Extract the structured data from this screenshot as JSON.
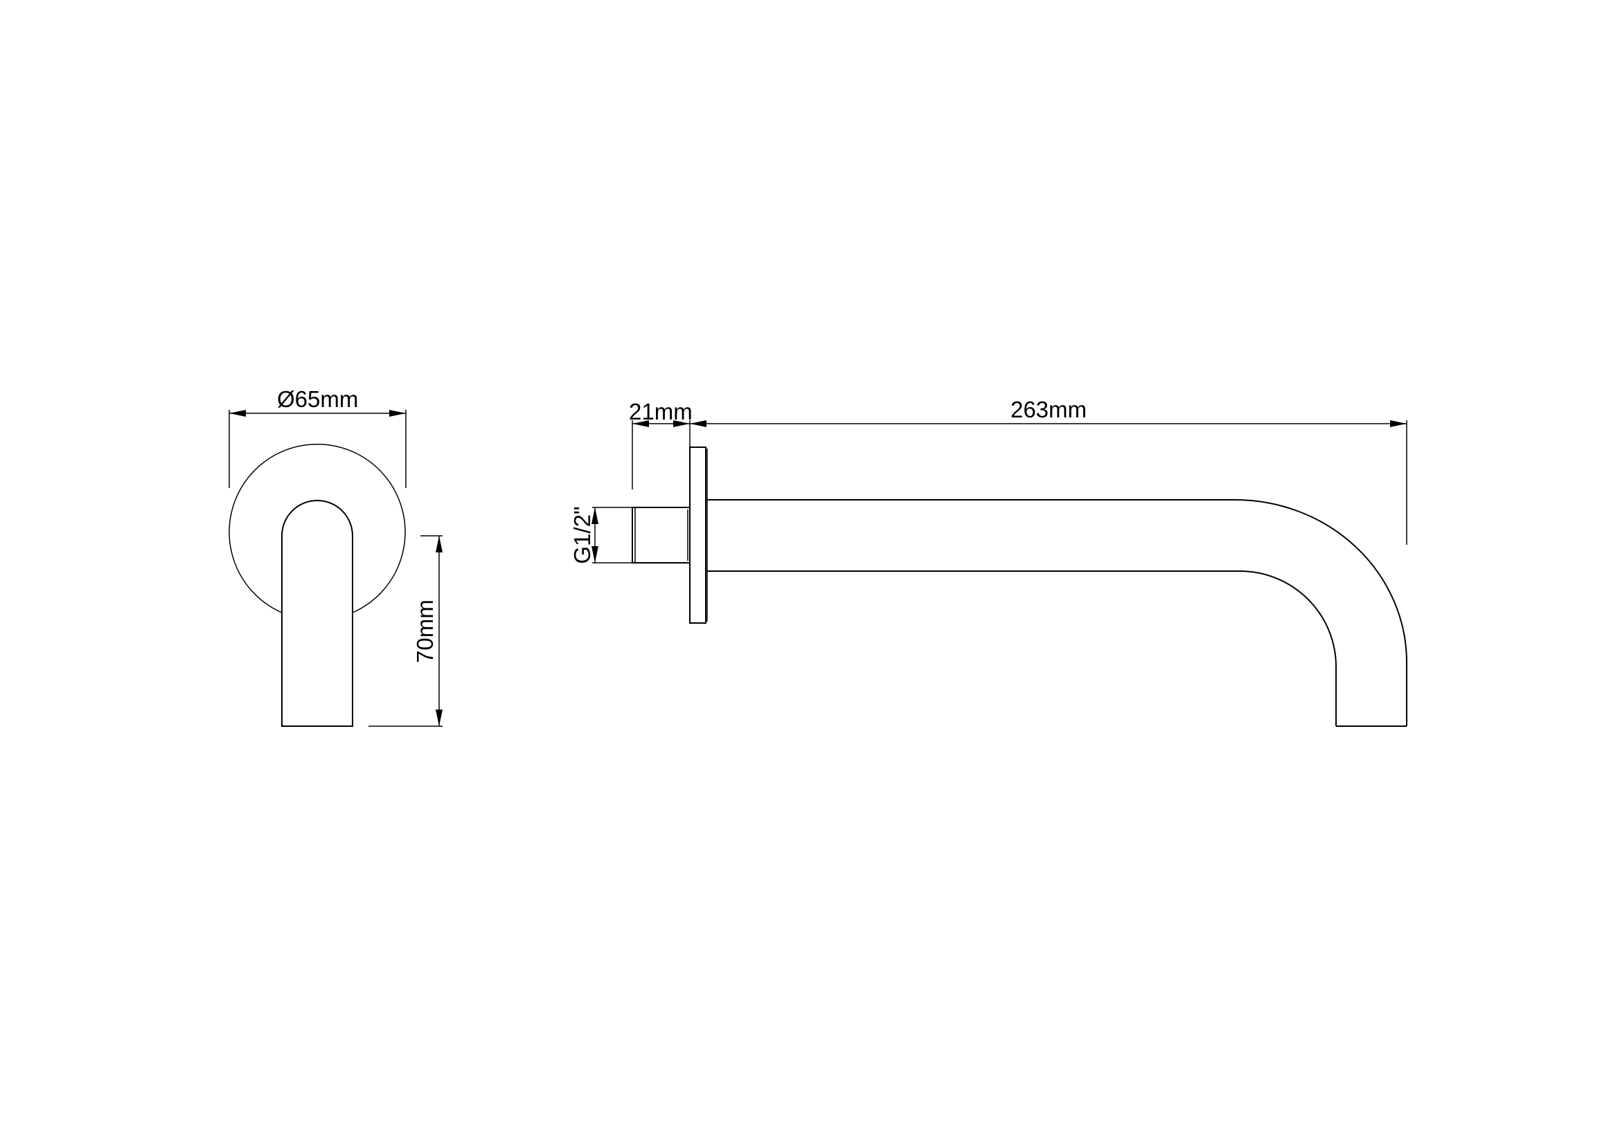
{
  "drawing": {
    "title": "Wall-mounted spout technical drawing",
    "colors": {
      "background": "#ffffff",
      "line": "#000000"
    },
    "front_view": {
      "dimensions": {
        "diameter": "Ø65mm",
        "height": "70mm"
      }
    },
    "side_view": {
      "dimensions": {
        "thread_depth": "21mm",
        "projection": "263mm",
        "thread_size": "G1/2\""
      }
    }
  }
}
